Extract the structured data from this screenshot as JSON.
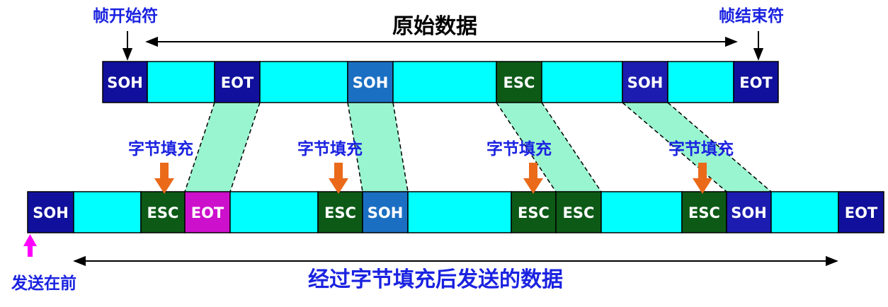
{
  "labels": {
    "frame_start": "帧开始符",
    "frame_end": "帧结束符",
    "original_data": "原始数据",
    "byte_stuffing": "字节填充",
    "send_first": "发送在前",
    "stuffed_data": "经过字节填充后发送的数据"
  },
  "top_row": [
    {
      "type": "SOH",
      "label": "SOH"
    },
    {
      "type": "data",
      "label": ""
    },
    {
      "type": "EOT",
      "label": "EOT"
    },
    {
      "type": "data",
      "label": ""
    },
    {
      "type": "SOH_data",
      "label": "SOH"
    },
    {
      "type": "data",
      "label": ""
    },
    {
      "type": "ESC",
      "label": "ESC"
    },
    {
      "type": "data",
      "label": ""
    },
    {
      "type": "SOH_data2",
      "label": "SOH"
    },
    {
      "type": "data",
      "label": ""
    },
    {
      "type": "EOT",
      "label": "EOT"
    }
  ],
  "bottom_row": [
    {
      "type": "SOH",
      "label": "SOH"
    },
    {
      "type": "data",
      "label": ""
    },
    {
      "type": "ESC",
      "label": "ESC"
    },
    {
      "type": "EOT_data",
      "label": "EOT"
    },
    {
      "type": "data",
      "label": ""
    },
    {
      "type": "ESC",
      "label": "ESC"
    },
    {
      "type": "SOH_data",
      "label": "SOH"
    },
    {
      "type": "data",
      "label": ""
    },
    {
      "type": "ESC",
      "label": "ESC"
    },
    {
      "type": "ESC",
      "label": "ESC"
    },
    {
      "type": "data",
      "label": ""
    },
    {
      "type": "ESC",
      "label": "ESC"
    },
    {
      "type": "SOH_data2",
      "label": "SOH"
    },
    {
      "type": "data",
      "label": ""
    },
    {
      "type": "EOT",
      "label": "EOT"
    }
  ],
  "colors": {
    "SOH": "#10109c",
    "SOH_data": "#1a6fc2",
    "SOH_data2": "#1c1cb0",
    "EOT": "#10109c",
    "EOT_data": "#cc10cc",
    "ESC": "#0d5a17",
    "data": "#00ffff",
    "band": "#99f5cf",
    "arrow_orange": "#ea6a1a",
    "arrow_magenta": "#ff00ff",
    "label_blue": "#1a22e0"
  }
}
